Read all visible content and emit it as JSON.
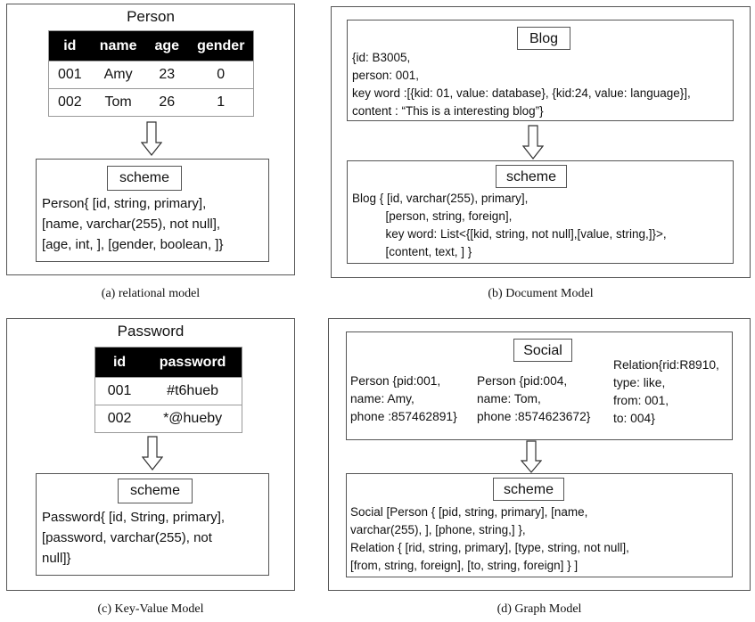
{
  "relational": {
    "title": "Person",
    "columns": [
      "id",
      "name",
      "age",
      "gender"
    ],
    "rows": [
      [
        "001",
        "Amy",
        "23",
        "0"
      ],
      [
        "002",
        "Tom",
        "26",
        "1"
      ]
    ],
    "scheme_label": "scheme",
    "scheme_lines": [
      "Person{ [id, string, primary],",
      "[name, varchar(255), not null],",
      "[age, int, ], [gender, boolean, ]}"
    ],
    "caption": "(a)  relational model"
  },
  "document": {
    "doc_label": "Blog",
    "doc_lines": [
      "{id: B3005,",
      "person: 001,",
      "key word :[{kid: 01, value: database}, {kid:24, value: language}],",
      "content : “This is a interesting blog”}"
    ],
    "scheme_label": "scheme",
    "scheme_lines": [
      "Blog { [id, varchar(255), primary],",
      "          [person, string, foreign],",
      "          key word: List<{[kid, string, not null],[value, string,]}>,",
      "          [content, text, ] }"
    ],
    "caption": "(b)  Document Model"
  },
  "keyvalue": {
    "title": "Password",
    "columns": [
      "id",
      "password"
    ],
    "rows": [
      [
        "001",
        "#t6hueb"
      ],
      [
        "002",
        "*@hueby"
      ]
    ],
    "scheme_label": "scheme",
    "scheme_lines": [
      "Password{ [id, String, primary],",
      "[password, varchar(255), not",
      "null]}"
    ],
    "caption": "(c)  Key-Value Model"
  },
  "graph": {
    "graph_label": "Social",
    "node1_lines": [
      "Person {pid:001,",
      "name: Amy,",
      "phone :857462891}"
    ],
    "node2_lines": [
      "Person {pid:004,",
      "name: Tom,",
      "phone :8574623672}"
    ],
    "relation_lines": [
      "Relation{rid:R8910,",
      "type: like,",
      "from: 001,",
      "to: 004}"
    ],
    "scheme_label": "scheme",
    "scheme_lines": [
      "Social [Person { [pid, string, primary], [name,",
      "varchar(255), ], [phone, string,] },",
      "Relation { [rid, string, primary], [type, string, not null],",
      "[from, string, foreign], [to, string, foreign] } ]"
    ],
    "caption": "(d)  Graph Model"
  }
}
